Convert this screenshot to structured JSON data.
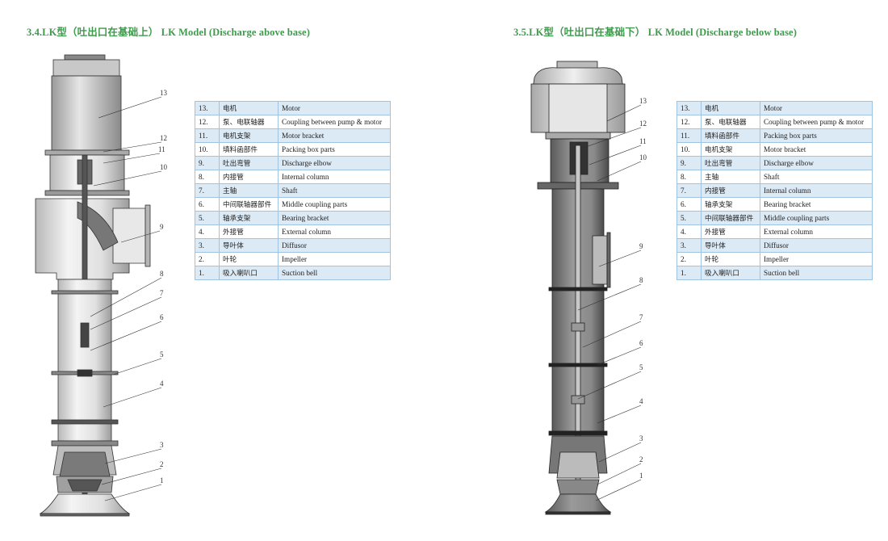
{
  "left": {
    "title": "3.4.LK型（吐出口在基础上） LK Model (Discharge above base)",
    "callouts": [
      "13",
      "12",
      "11",
      "10",
      "9",
      "8",
      "7",
      "6",
      "5",
      "4",
      "3",
      "2",
      "1"
    ],
    "parts": [
      {
        "num": "13.",
        "zh": "电机",
        "en": "Motor"
      },
      {
        "num": "12.",
        "zh": "泵、电联轴器",
        "en": "Coupling between pump & motor"
      },
      {
        "num": "11.",
        "zh": "电机支架",
        "en": "Motor bracket"
      },
      {
        "num": "10.",
        "zh": "填料函部件",
        "en": "Packing box parts"
      },
      {
        "num": "9.",
        "zh": "吐出弯管",
        "en": "Discharge elbow"
      },
      {
        "num": "8.",
        "zh": "内接管",
        "en": "Internal column"
      },
      {
        "num": "7.",
        "zh": "主轴",
        "en": "Shaft"
      },
      {
        "num": "6.",
        "zh": "中间联轴器部件",
        "en": "Middle coupling parts"
      },
      {
        "num": "5.",
        "zh": "轴承支架",
        "en": "Bearing bracket"
      },
      {
        "num": "4.",
        "zh": "外接管",
        "en": "External column"
      },
      {
        "num": "3.",
        "zh": "导叶体",
        "en": "Diffusor"
      },
      {
        "num": "2.",
        "zh": "叶轮",
        "en": "Impeller"
      },
      {
        "num": "1.",
        "zh": "吸入喇叭口",
        "en": "Suction bell"
      }
    ]
  },
  "right": {
    "title": "3.5.LK型（吐出口在基础下） LK Model (Discharge below base)",
    "callouts": [
      "13",
      "12",
      "11",
      "10",
      "9",
      "8",
      "7",
      "6",
      "5",
      "4",
      "3",
      "2",
      "1"
    ],
    "parts": [
      {
        "num": "13.",
        "zh": "电机",
        "en": "Motor"
      },
      {
        "num": "12.",
        "zh": "泵、电联轴器",
        "en": "Coupling between pump & motor"
      },
      {
        "num": "11.",
        "zh": "填料函部件",
        "en": "Packing box parts"
      },
      {
        "num": "10.",
        "zh": "电机支架",
        "en": "Motor bracket"
      },
      {
        "num": "9.",
        "zh": "吐出弯管",
        "en": "Discharge elbow"
      },
      {
        "num": "8.",
        "zh": "主轴",
        "en": "Shaft"
      },
      {
        "num": "7.",
        "zh": "内接管",
        "en": "Internal column"
      },
      {
        "num": "6.",
        "zh": "轴承支架",
        "en": "Bearing bracket"
      },
      {
        "num": "5.",
        "zh": "中间联轴器部件",
        "en": "Middle coupling parts"
      },
      {
        "num": "4.",
        "zh": "外接管",
        "en": "External column"
      },
      {
        "num": "3.",
        "zh": "导叶体",
        "en": "Diffusor"
      },
      {
        "num": "2.",
        "zh": "叶轮",
        "en": "Impeller"
      },
      {
        "num": "1.",
        "zh": "吸入喇叭口",
        "en": "Suction bell"
      }
    ]
  }
}
